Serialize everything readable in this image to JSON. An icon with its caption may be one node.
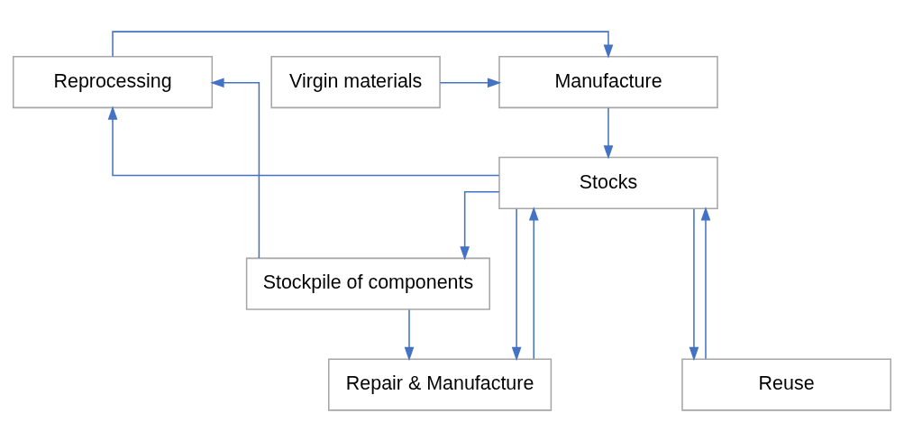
{
  "diagram": {
    "nodes": [
      {
        "text": [
          "Manufacture"
        ]
      },
      {
        "text": [
          "Virgin materials"
        ]
      },
      {
        "text": [
          "Reprocessing"
        ]
      },
      {
        "text": [
          "Stocks"
        ]
      },
      {
        "text": [
          "Stockpile of components"
        ]
      },
      {
        "text": [
          "Repair & Manufacture"
        ]
      },
      {
        "text": [
          "Reuse"
        ]
      }
    ],
    "edges": [
      {
        "from": 1,
        "to": 0,
        "arrow": "to"
      },
      {
        "from": 2,
        "to": 0,
        "arrow": "to"
      },
      {
        "from": 0,
        "to": 3,
        "arrow": "to"
      },
      {
        "from": 3,
        "to": 2,
        "arrow": "to"
      },
      {
        "from": 3,
        "to": 4,
        "arrow": "to"
      },
      {
        "from": 3,
        "to": 5,
        "arrow": "to"
      },
      {
        "from": 3,
        "to": 6,
        "arrow": "to"
      },
      {
        "from": 4,
        "to": 2,
        "arrow": "to"
      },
      {
        "from": 4,
        "to": 5,
        "arrow": "to"
      },
      {
        "from": 5,
        "to": 3,
        "arrow": "to"
      },
      {
        "from": 6,
        "to": 3,
        "arrow": "to"
      }
    ]
  }
}
